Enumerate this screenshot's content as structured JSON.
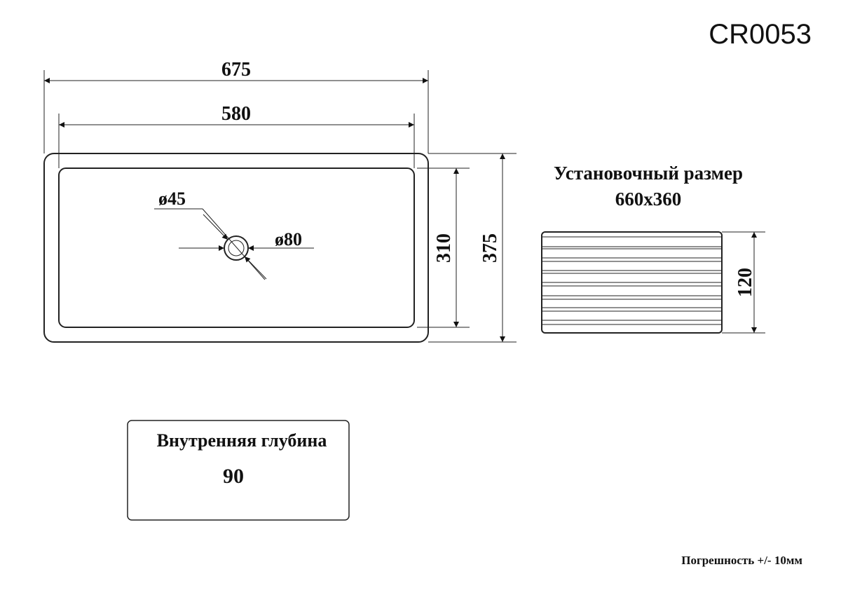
{
  "title": "CR0053",
  "top_view": {
    "outer_width": "675",
    "inner_width": "580",
    "inner_depth": "310",
    "outer_depth": "375",
    "drain_inner_diameter": "ø45",
    "drain_outer_diameter": "ø80"
  },
  "mounting": {
    "label": "Установочный размер",
    "value": "660х360"
  },
  "side_view": {
    "height": "120"
  },
  "depth_box": {
    "label": "Внутренняя глубина",
    "value": "90"
  },
  "tolerance": "Погрешность +/- 10мм"
}
